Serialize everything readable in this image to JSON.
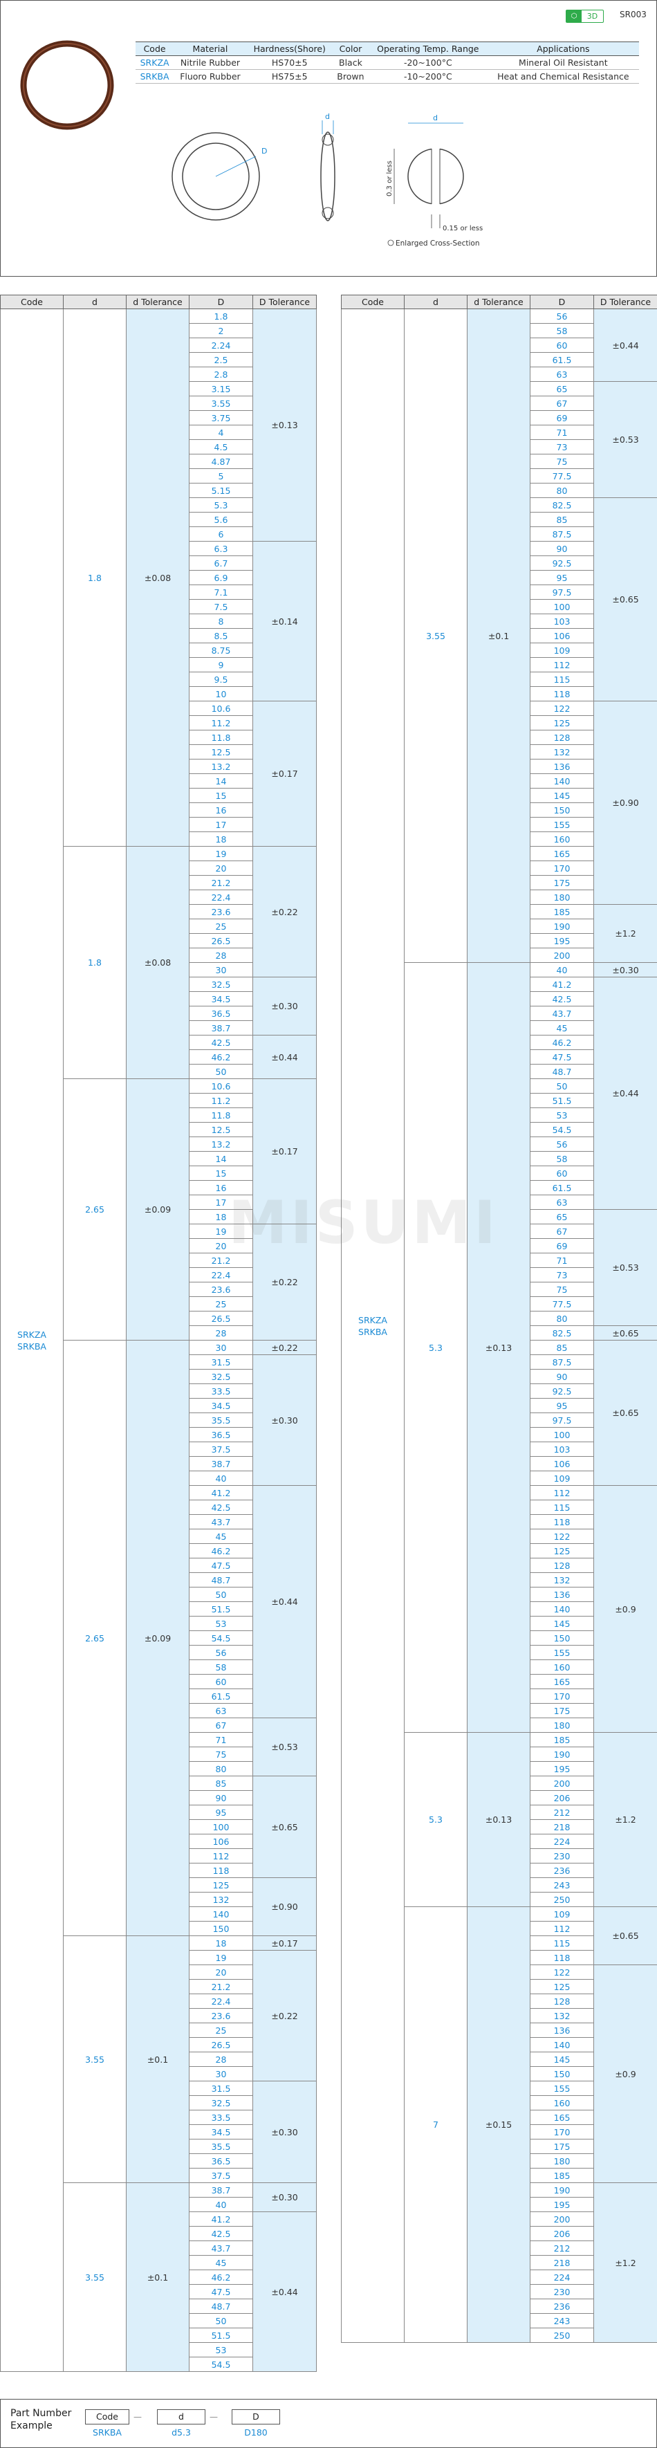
{
  "header": {
    "badge_icon": "3d-icon",
    "badge_label": "3D",
    "code": "SR003"
  },
  "spec_table": {
    "headers": [
      "Code",
      "Material",
      "Hardness(Shore)",
      "Color",
      "Operating Temp. Range",
      "Applications"
    ],
    "rows": [
      [
        "SRKZA",
        "Nitrile Rubber",
        "HS70±5",
        "Black",
        "-20~100°C",
        "Mineral Oil Resistant"
      ],
      [
        "SRKBA",
        "Fluoro Rubber",
        "HS75±5",
        "Brown",
        "-10~200°C",
        "Heat and Chemical Resistance"
      ]
    ]
  },
  "drawing": {
    "label_D": "D",
    "label_d": "d",
    "label_d2": "d",
    "label_thick": "0.3 or less",
    "label_gap": "0.15 or less",
    "caption": "Enlarged Cross-Section"
  },
  "watermark": "MISUMI",
  "main_table": {
    "headers": [
      "Code",
      "d",
      "d Tolerance",
      "D",
      "D Tolerance"
    ],
    "code": "SRKZA\nSRKBA"
  },
  "left_groups": [
    {
      "d": "1.8",
      "dtol": "±0.08",
      "sub": [
        {
          "tol": "±0.13",
          "D": [
            "1.8",
            "2",
            "2.24",
            "2.5",
            "2.8",
            "3.15",
            "3.55",
            "3.75",
            "4",
            "4.5",
            "4.87",
            "5",
            "5.15",
            "5.3",
            "5.6",
            "6"
          ]
        },
        {
          "tol": "±0.14",
          "D": [
            "6.3",
            "6.7",
            "6.9",
            "7.1",
            "7.5",
            "8",
            "8.5",
            "8.75",
            "9",
            "9.5",
            "10"
          ]
        },
        {
          "tol": "±0.17",
          "D": [
            "10.6",
            "11.2",
            "11.8",
            "12.5",
            "13.2",
            "14",
            "15",
            "16",
            "17",
            "18"
          ]
        }
      ]
    },
    {
      "d": "1.8",
      "dtol": "±0.08",
      "sub": [
        {
          "tol": "±0.22",
          "D": [
            "19",
            "20",
            "21.2",
            "22.4",
            "23.6",
            "25",
            "26.5",
            "28",
            "30"
          ]
        },
        {
          "tol": "±0.30",
          "D": [
            "32.5",
            "34.5",
            "36.5",
            "38.7"
          ]
        },
        {
          "tol": "±0.44",
          "D": [
            "42.5",
            "46.2",
            "50"
          ]
        }
      ]
    },
    {
      "d": "2.65",
      "dtol": "±0.09",
      "sub": [
        {
          "tol": "±0.17",
          "D": [
            "10.6",
            "11.2",
            "11.8",
            "12.5",
            "13.2",
            "14",
            "15",
            "16",
            "17",
            "18"
          ]
        },
        {
          "tol": "±0.22",
          "D": [
            "19",
            "20",
            "21.2",
            "22.4",
            "23.6",
            "25",
            "26.5",
            "28"
          ]
        }
      ]
    },
    {
      "d": "2.65",
      "dtol": "±0.09",
      "sub": [
        {
          "tol": "±0.22",
          "D": [
            "30"
          ]
        },
        {
          "tol": "±0.30",
          "D": [
            "31.5",
            "32.5",
            "33.5",
            "34.5",
            "35.5",
            "36.5",
            "37.5",
            "38.7",
            "40"
          ]
        },
        {
          "tol": "±0.44",
          "D": [
            "41.2",
            "42.5",
            "43.7",
            "45",
            "46.2",
            "47.5",
            "48.7",
            "50",
            "51.5",
            "53",
            "54.5",
            "56",
            "58",
            "60",
            "61.5",
            "63"
          ]
        },
        {
          "tol": "±0.53",
          "D": [
            "67",
            "71",
            "75",
            "80"
          ]
        },
        {
          "tol": "±0.65",
          "D": [
            "85",
            "90",
            "95",
            "100",
            "106",
            "112",
            "118"
          ]
        },
        {
          "tol": "±0.90",
          "D": [
            "125",
            "132",
            "140",
            "150"
          ]
        }
      ]
    },
    {
      "d": "3.55",
      "dtol": "±0.1",
      "sub": [
        {
          "tol": "±0.17",
          "D": [
            "18"
          ]
        },
        {
          "tol": "±0.22",
          "D": [
            "19",
            "20",
            "21.2",
            "22.4",
            "23.6",
            "25",
            "26.5",
            "28",
            "30"
          ]
        },
        {
          "tol": "±0.30",
          "D": [
            "31.5",
            "32.5",
            "33.5",
            "34.5",
            "35.5",
            "36.5",
            "37.5"
          ]
        }
      ]
    },
    {
      "d": "3.55",
      "dtol": "±0.1",
      "sub": [
        {
          "tol": "±0.30",
          "D": [
            "38.7",
            "40"
          ]
        },
        {
          "tol": "±0.44",
          "D": [
            "41.2",
            "42.5",
            "43.7",
            "45",
            "46.2",
            "47.5",
            "48.7",
            "50",
            "51.5",
            "53",
            "54.5"
          ]
        }
      ]
    }
  ],
  "right_groups": [
    {
      "d": "3.55",
      "dtol": "±0.1",
      "sub": [
        {
          "tol": "±0.44",
          "D": [
            "56",
            "58",
            "60",
            "61.5",
            "63"
          ]
        },
        {
          "tol": "±0.53",
          "D": [
            "65",
            "67",
            "69",
            "71",
            "73",
            "75",
            "77.5",
            "80"
          ]
        },
        {
          "tol": "±0.65",
          "D": [
            "82.5",
            "85",
            "87.5",
            "90",
            "92.5",
            "95",
            "97.5",
            "100",
            "103",
            "106",
            "109",
            "112",
            "115",
            "118"
          ]
        },
        {
          "tol": "±0.90",
          "D": [
            "122",
            "125",
            "128",
            "132",
            "136",
            "140",
            "145",
            "150",
            "155",
            "160",
            "165",
            "170",
            "175",
            "180"
          ]
        },
        {
          "tol": "±1.2",
          "D": [
            "185",
            "190",
            "195",
            "200"
          ]
        }
      ]
    },
    {
      "d": "5.3",
      "dtol": "±0.13",
      "sub": [
        {
          "tol": "±0.30",
          "D": [
            "40"
          ]
        },
        {
          "tol": "±0.44",
          "D": [
            "41.2",
            "42.5",
            "43.7",
            "45",
            "46.2",
            "47.5",
            "48.7",
            "50",
            "51.5",
            "53",
            "54.5",
            "56",
            "58",
            "60",
            "61.5",
            "63"
          ]
        },
        {
          "tol": "±0.53",
          "D": [
            "65",
            "67",
            "69",
            "71",
            "73",
            "75",
            "77.5",
            "80"
          ]
        },
        {
          "tol": "±0.65",
          "D": [
            "82.5"
          ]
        },
        {
          "tol": "±0.65",
          "D": [
            "85",
            "87.5",
            "90",
            "92.5",
            "95",
            "97.5",
            "100",
            "103",
            "106",
            "109"
          ]
        },
        {
          "tol": "±0.9",
          "D": [
            "112",
            "115",
            "118",
            "122",
            "125",
            "128",
            "132",
            "136",
            "140",
            "145",
            "150",
            "155",
            "160",
            "165",
            "170",
            "175",
            "180"
          ]
        }
      ]
    },
    {
      "d": "5.3",
      "dtol": "±0.13",
      "sub": [
        {
          "tol": "±1.2",
          "D": [
            "185",
            "190",
            "195",
            "200",
            "206",
            "212",
            "218",
            "224",
            "230",
            "236",
            "243",
            "250"
          ]
        }
      ]
    },
    {
      "d": "7",
      "dtol": "±0.15",
      "sub": [
        {
          "tol": "±0.65",
          "D": [
            "109",
            "112",
            "115",
            "118"
          ]
        },
        {
          "tol": "±0.9",
          "D": [
            "122",
            "125",
            "128",
            "132",
            "136",
            "140",
            "145",
            "150",
            "155",
            "160",
            "165",
            "170",
            "175",
            "180",
            "185"
          ]
        },
        {
          "tol": "±1.2",
          "D": [
            "190",
            "195",
            "200",
            "206",
            "212",
            "218",
            "224",
            "230",
            "236",
            "243",
            "250"
          ]
        }
      ]
    }
  ],
  "part_number": {
    "title": "Part Number",
    "title2": "Example",
    "boxes": [
      "Code",
      "d",
      "D"
    ],
    "values": [
      "SRKBA",
      "d5.3",
      "D180"
    ],
    "sep": "—"
  }
}
